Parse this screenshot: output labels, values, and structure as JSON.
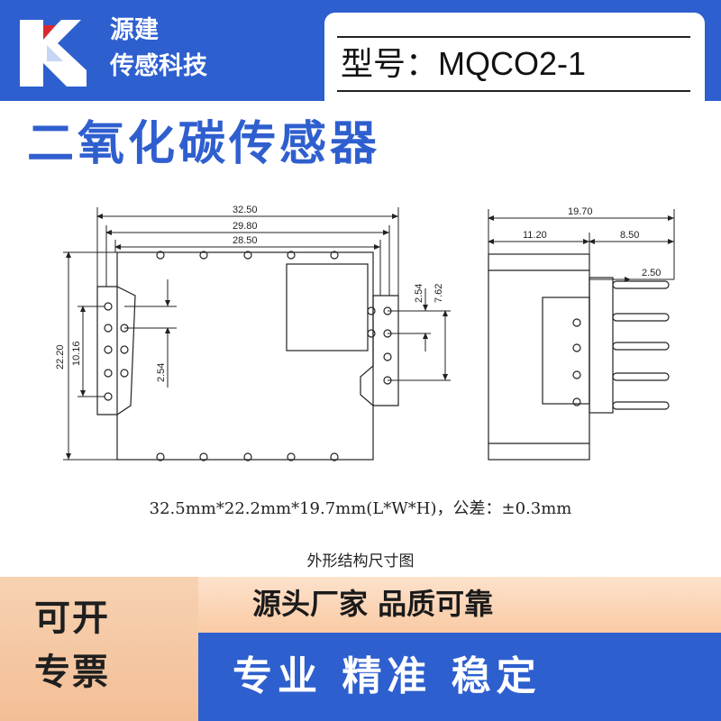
{
  "header": {
    "brand_line1": "源建",
    "brand_line2": "传感科技",
    "model_label": "型号：MQCO2-1"
  },
  "title": "二氧化碳传感器",
  "drawing": {
    "front_view": {
      "dim_overall_width": "32.50",
      "dim_body_width": "29.80",
      "dim_pin_span": "28.50",
      "dim_height": "22.20",
      "dim_left_pins": "10.16",
      "dim_pin_pitch_left": "2.54",
      "dim_pin_pitch_right": "2.54",
      "dim_right_pins": "7.62"
    },
    "side_view": {
      "dim_depth": "19.70",
      "dim_body_depth": "11.20",
      "dim_pin_length": "8.50",
      "dim_pin_offset": "2.50"
    }
  },
  "spec_text": "32.5mm*22.2mm*19.7mm(L*W*H)，公差：±0.3mm",
  "caption": "外形结构尺寸图",
  "footer": {
    "invoice_line1": "可开",
    "invoice_line2": "专票",
    "slogan1": "源头厂家 品质可靠",
    "slogan2": "专业 精准 稳定"
  },
  "colors": {
    "brand_blue": "#2e5fcf",
    "accent_peach": "#f3be96",
    "logo_red": "#d9282f"
  }
}
